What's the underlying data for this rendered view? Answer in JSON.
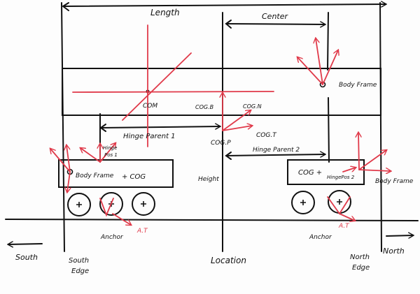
{
  "colors": {
    "ink": "#111111",
    "accent": "#e03a4a",
    "paper": "#fdfdfd"
  },
  "labels": {
    "length": "Length",
    "center": "Center",
    "body_frame_top": "Body Frame",
    "com": "COM",
    "cog_b": "COG.B",
    "cog_n": "COG.N",
    "cog_t": "COG.T",
    "cog_p": "COG.P",
    "hinge_parent_1": "Hinge Parent 1",
    "hinge_parent_2": "Hinge Parent 2",
    "hinge_pos_1_a": "Hinge",
    "hinge_pos_1_b": "Pos 1",
    "body_frame_left": "Body Frame",
    "cog_left": "+ COG",
    "height": "Height",
    "cog_right": "COG +",
    "hinge_pos_right": "HingePos 2",
    "body_frame_right": "Body Frame",
    "at_left": "A.T",
    "at_right": "A.T",
    "anchor_left": "Anchor",
    "anchor_right": "Anchor",
    "south": "South",
    "south_edge_a": "South",
    "south_edge_b": "Edge",
    "location": "Location",
    "north_edge_a": "North",
    "north_edge_b": "Edge",
    "north": "North"
  }
}
